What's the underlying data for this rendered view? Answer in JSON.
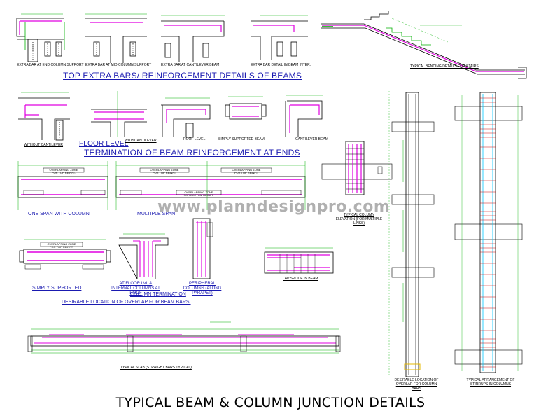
{
  "colors": {
    "bar": "#e000e0",
    "dim": "#00b000",
    "concrete": "#000000",
    "heading": "#1a1ab0",
    "tie": "#d01010",
    "stirrup": "#00c8ff",
    "accent": "#e6b800"
  },
  "title": "TYPICAL BEAM & COLUMN JUNCTION DETAILS",
  "watermark": "www.planndesignpro.com",
  "top_extra": {
    "heading": "TOP EXTRA BARS/ REINFORCEMENT DETAILS OF BEAMS",
    "labels": [
      "EXTRA BAR AT END COLUMN SUPPORT",
      "EXTRA BAR AT MID COLUMN SUPPORT",
      "EXTRA BAR AT CANTILEVER BEAM",
      "EXTRA BAR DETAIL IN BEAM INTER."
    ]
  },
  "stairs": {
    "label": "TYPICAL BENDING DETAILS FOR STAIRS"
  },
  "termination": {
    "heading": "TERMINATION OF BEAM REINFORCEMENT AT ENDS",
    "labels": [
      "WITHOUT CANTILEVER",
      "FLOOR LEVEL",
      "WITH CANTILEVER",
      "ROOF LEVEL",
      "SIMPLY SUPPORTED BEAM",
      "CANTILEVER BEAM"
    ]
  },
  "overlap": {
    "heading": "DESIRABLE LOCATION OF OVERLAP  FOR BEAM BARS.",
    "labels": [
      "ONE SPAN WITH COLUMN",
      "MULTIPLE SPAN",
      "SIMPLY SUPPORTED"
    ],
    "zones": [
      "OVERLAPPING ZONE",
      "FOR TOP REINFT.",
      "FOR BOTTOM REINFT."
    ]
  },
  "column_termination": {
    "labels": [
      "AT FLOOR LVL & INTERNAL COLUMNS AT ROOF",
      "PERIPHERAL COLUMNS (ALONG PARAPET)",
      "COLUMN TERMINATION"
    ]
  },
  "lap_splice": {
    "label": "LAP SPLICE IN BEAM"
  },
  "column_elevation": {
    "label": "TYPICAL COLUMN ELEVATION (FOR MULTIPLE LINKS)"
  },
  "slab": {
    "label": "TYPICAL SLAB (STRAIGHT BARS TYPICAL)"
  },
  "column_overlap": {
    "label": "DESIRABLE LOCATION OF OVERLAP FOR COLUMN BARS"
  },
  "stirrup_arrangement": {
    "label": "TYPICAL ARRANGEMENT OF STIRRUPS IN COLUMNS"
  }
}
